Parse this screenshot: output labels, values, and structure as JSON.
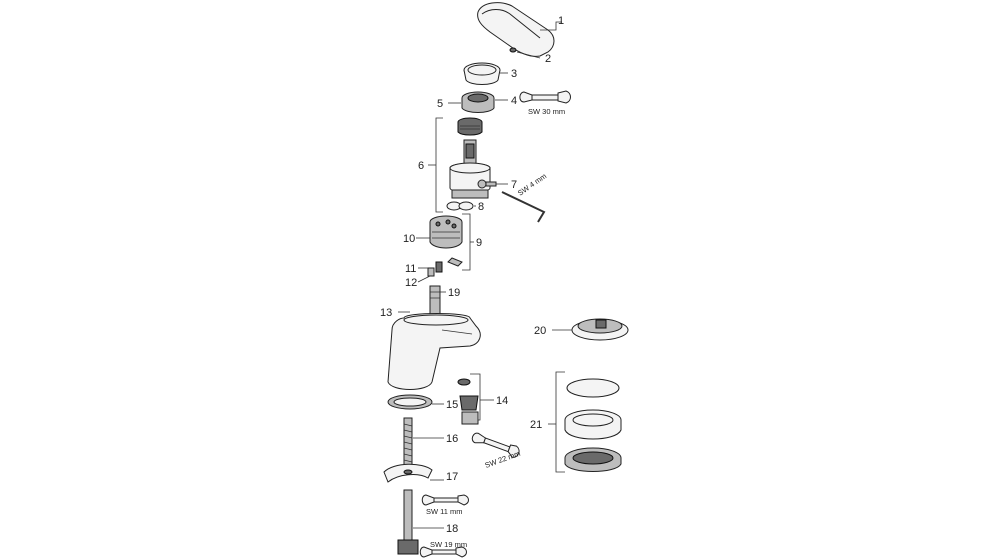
{
  "callouts": {
    "p1": "1",
    "p2": "2",
    "p3": "3",
    "p4": "4",
    "p5": "5",
    "p6": "6",
    "p7": "7",
    "p8": "8",
    "p9": "9",
    "p10": "10",
    "p11": "11",
    "p12": "12",
    "p13": "13",
    "p14": "14",
    "p15": "15",
    "p16": "16",
    "p17": "17",
    "p18": "18",
    "p19": "19",
    "p20": "20",
    "p21": "21"
  },
  "tools": {
    "sw30": "SW 30 mm",
    "sw4": "SW 4 mm",
    "sw22": "SW 22 mm",
    "sw11": "SW 11 mm",
    "sw19": "SW 19 mm"
  }
}
